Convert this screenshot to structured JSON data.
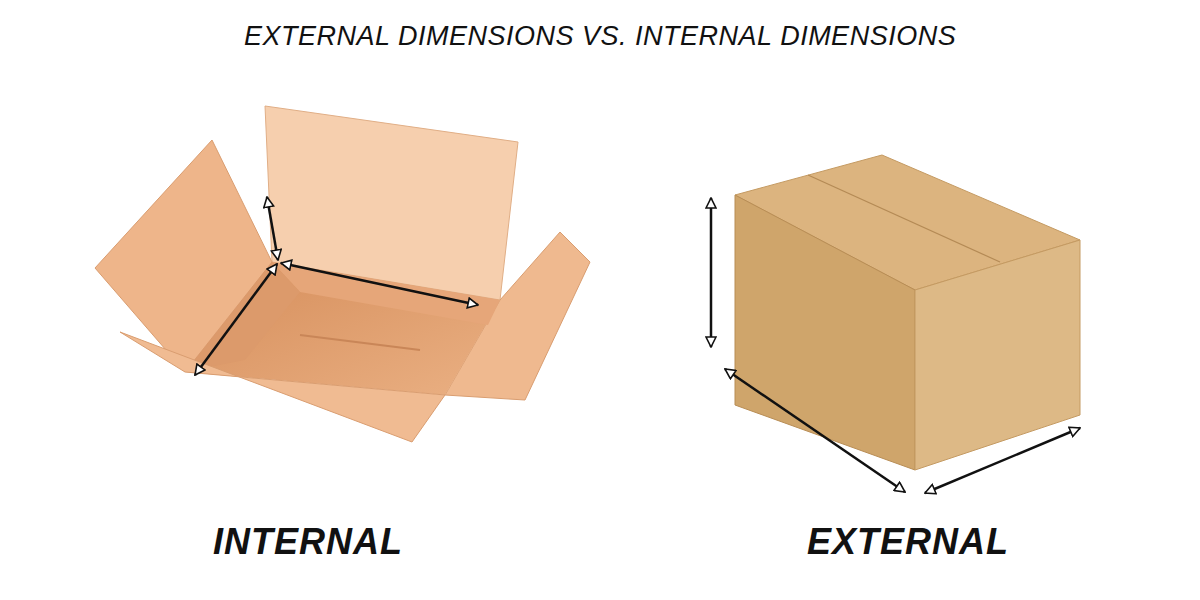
{
  "diagram": {
    "title": "EXTERNAL DIMENSIONS VS. INTERNAL DIMENSIONS",
    "labels": [
      "INTERNAL",
      "EXTERNAL"
    ]
  }
}
